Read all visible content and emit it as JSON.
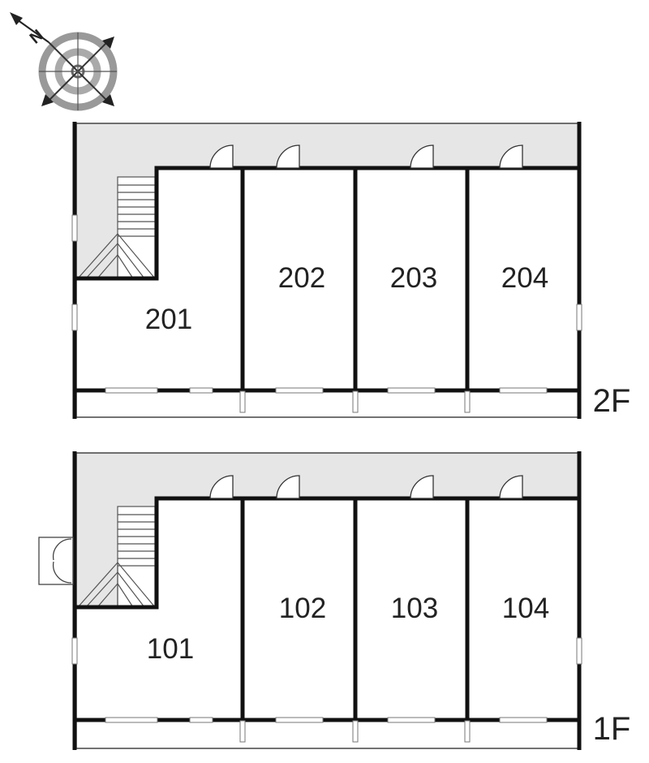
{
  "compass": {
    "north_label": "N",
    "icon": "compass-rose-icon"
  },
  "floors": [
    {
      "floor_label": "2F",
      "units": [
        "201",
        "202",
        "203",
        "204"
      ]
    },
    {
      "floor_label": "1F",
      "units": [
        "101",
        "102",
        "103",
        "104"
      ]
    }
  ],
  "colors": {
    "corridor": "#e6e6e6",
    "wall": "#111111",
    "line": "#444444"
  }
}
